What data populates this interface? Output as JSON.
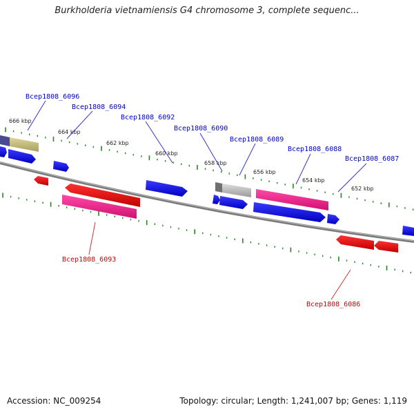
{
  "title": "Burkholderia vietnamiensis G4 chromosome 3, complete sequenc...",
  "accession": "Accession: NC_009254",
  "summary": "Topology: circular; Length: 1,241,007 bp; Genes: 1,119",
  "colors": {
    "backbone": "#808080",
    "forward_gene": "#0000dd",
    "reverse_gene": "#ee0000",
    "pseudo_pink": "#ee2288",
    "other_grey": "#b8b8b8",
    "olive": "#c8c07a",
    "tick": "#228822",
    "fwd_label": "#0000cc",
    "rev_label": "#cc0000"
  },
  "kbp_ticks": [
    "666 kbp",
    "664 kbp",
    "662 kbp",
    "660 kbp",
    "658 kbp",
    "656 kbp",
    "654 kbp",
    "652 kbp"
  ],
  "gene_labels": {
    "forward": [
      "Bcep1808_6096",
      "Bcep1808_6094",
      "Bcep1808_6092",
      "Bcep1808_6090",
      "Bcep1808_6089",
      "Bcep1808_6088",
      "Bcep1808_6087"
    ],
    "reverse": [
      "Bcep1808_6093",
      "Bcep1808_6086"
    ]
  }
}
